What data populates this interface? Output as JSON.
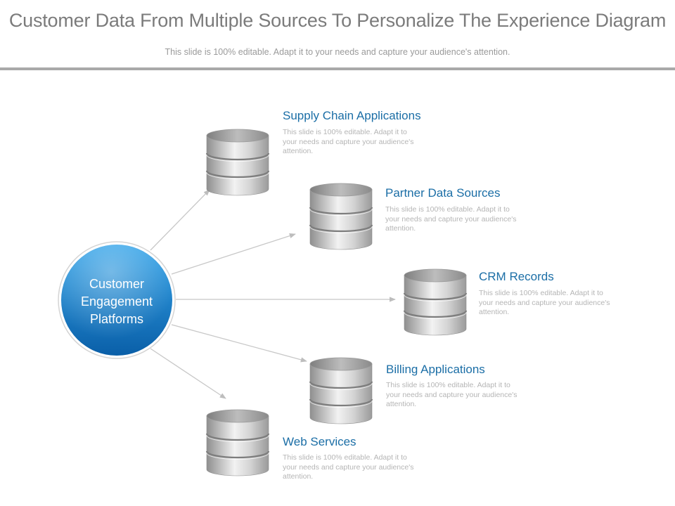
{
  "header": {
    "title": "Customer Data From Multiple Sources To Personalize The Experience Diagram",
    "subtitle": "This slide is 100% editable. Adapt it to your needs and capture your audience's attention."
  },
  "hub": {
    "label": "Customer Engagement Platforms",
    "color_top": "#35a5ea",
    "color_bottom": "#0a5fa8"
  },
  "nodes": [
    {
      "title": "Supply Chain Applications",
      "description": "This slide is 100% editable. Adapt it to your needs and capture your audience's attention."
    },
    {
      "title": "Partner Data Sources",
      "description": "This slide is 100% editable. Adapt it to your needs and capture your audience's attention."
    },
    {
      "title": "CRM Records",
      "description": "This slide is 100% editable. Adapt it to your needs and capture your audience's attention."
    },
    {
      "title": "Billing Applications",
      "description": "This slide is 100% editable. Adapt it to your needs and capture your audience's attention."
    },
    {
      "title": "Web Services",
      "description": "This slide is 100% editable. Adapt it to your needs and capture your audience's attention."
    }
  ],
  "colors": {
    "title_text": "#7b7b7b",
    "node_title": "#1b6ea6",
    "description_text": "#b5b5b5",
    "connector": "#c8c8c8",
    "rule": "#a9a9a9"
  },
  "icons": {
    "node_icon": "database-icon"
  }
}
